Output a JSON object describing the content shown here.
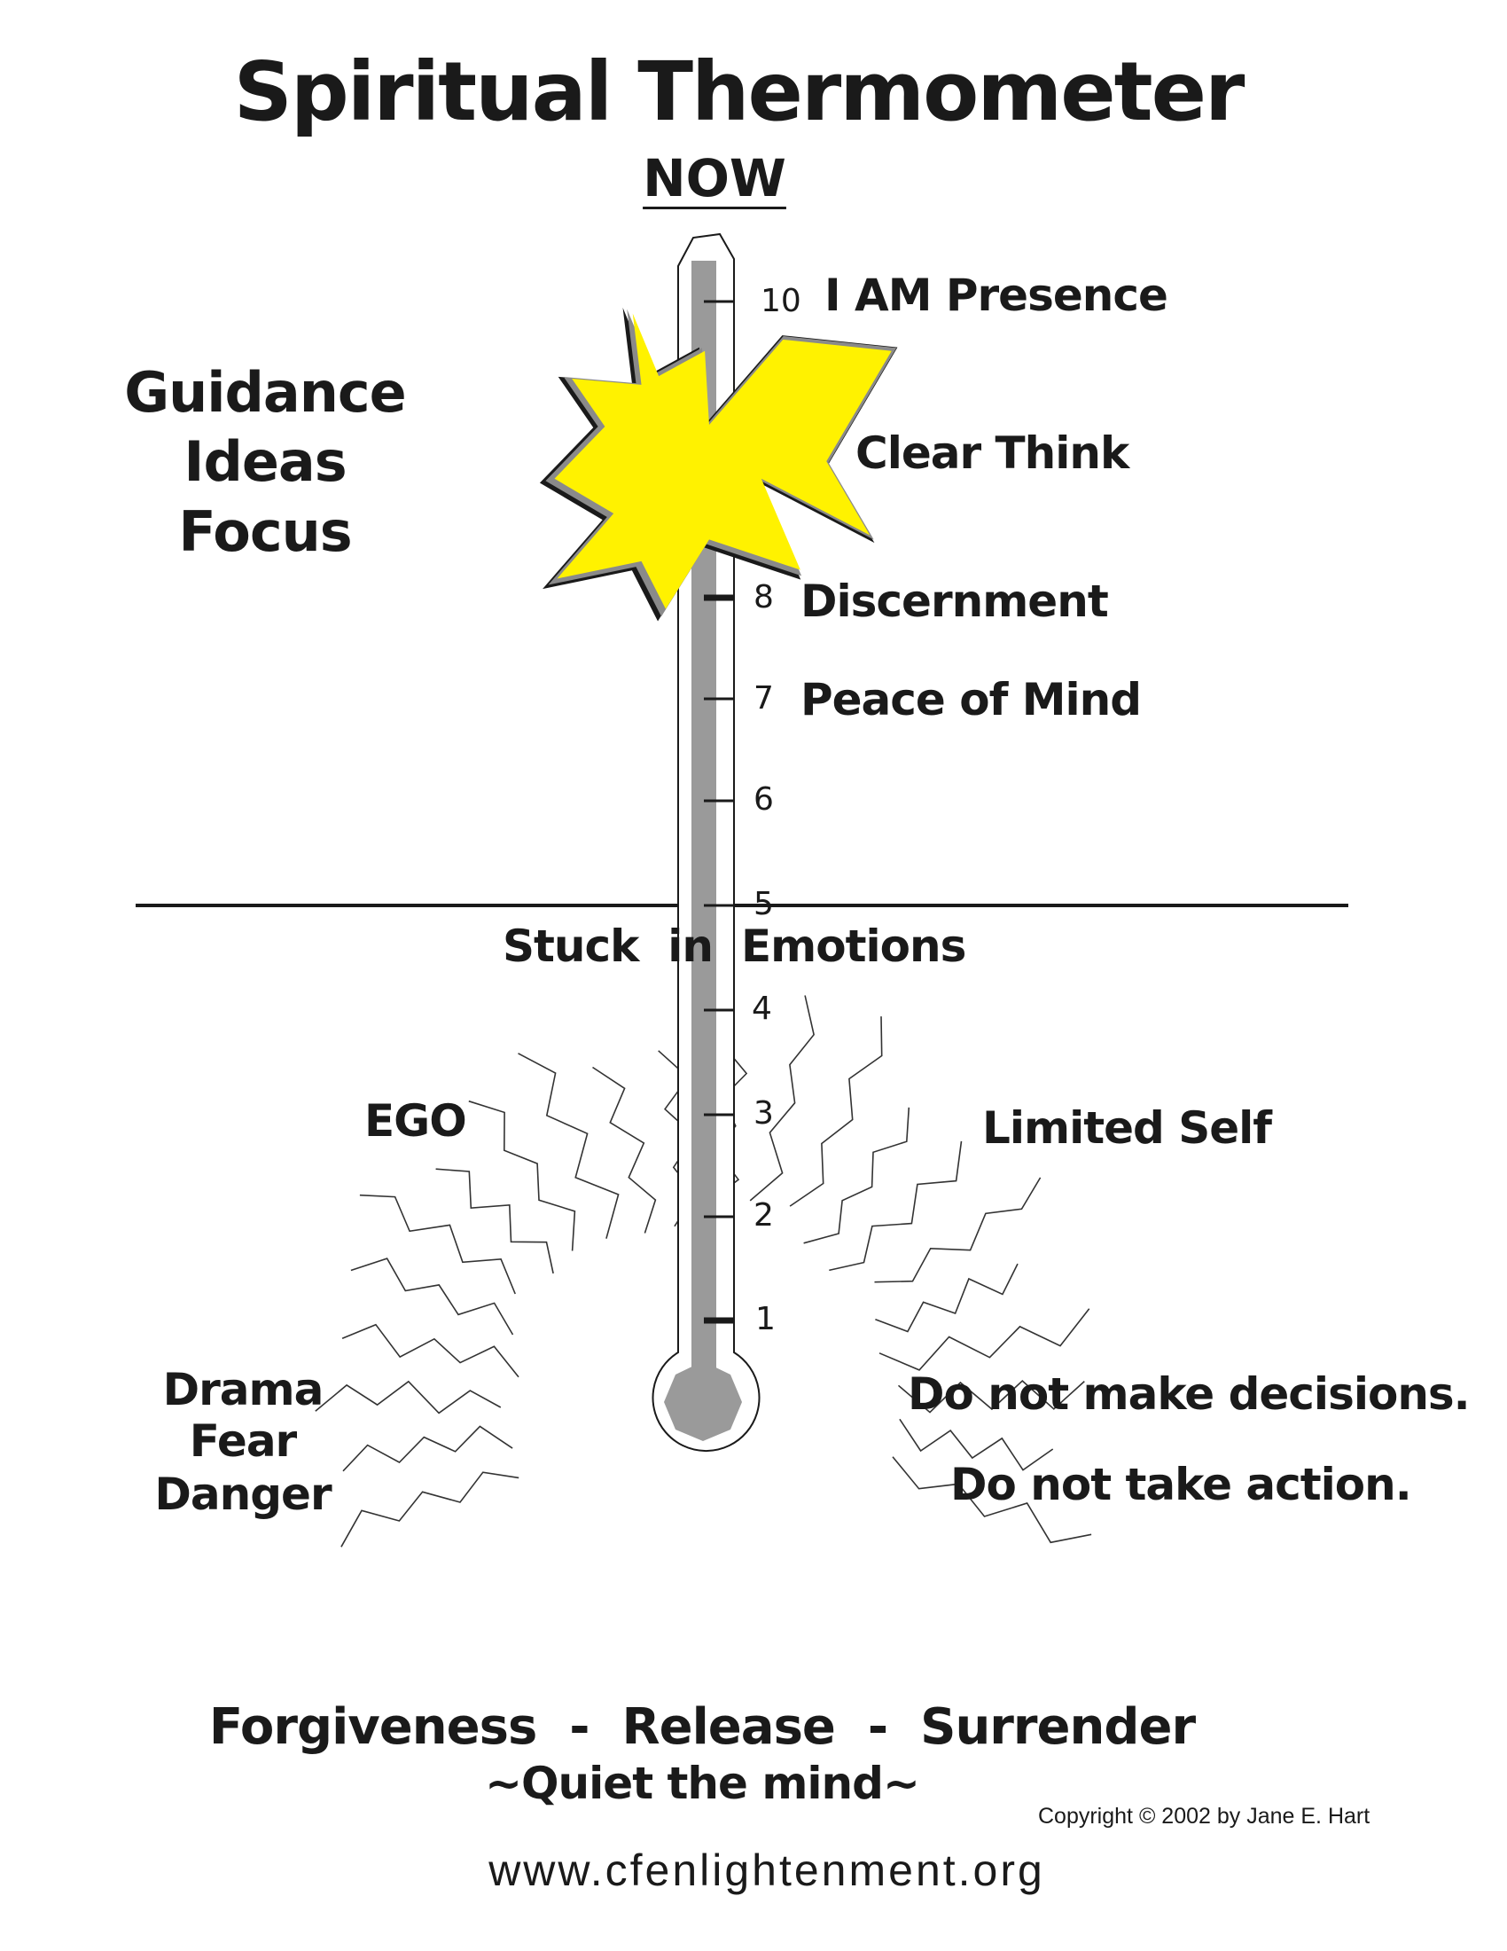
{
  "title": "Spiritual Thermometer",
  "subtitle": "NOW",
  "scale": [
    {
      "number": "10",
      "label": "I AM Presence"
    },
    {
      "number": "",
      "label": "Clear Think"
    },
    {
      "number": "8",
      "label": "Discernment"
    },
    {
      "number": "7",
      "label": "Peace of Mind"
    },
    {
      "number": "6",
      "label": ""
    },
    {
      "number": "5",
      "label": ""
    },
    {
      "number": "4",
      "label": ""
    },
    {
      "number": "3",
      "label": ""
    },
    {
      "number": "2",
      "label": ""
    },
    {
      "number": "1",
      "label": ""
    }
  ],
  "upper_side": [
    "Guidance",
    "Ideas",
    "Focus"
  ],
  "divider_left": "Stuck  in",
  "divider_right": "Emotions",
  "ego": "EGO",
  "limited_self": "Limited Self",
  "lower_side": [
    "Drama",
    "Fear",
    "Danger"
  ],
  "advice": [
    "Do not make decisions.",
    "Do not take action."
  ],
  "remedy": "Forgiveness  -  Release  -  Surrender",
  "quiet": "~Quiet the mind~",
  "copyright": "Copyright © 2002 by Jane E. Hart",
  "website": "www.cfenlightenment.org",
  "colors": {
    "star": "#fff200",
    "mercury": "#9a9a9a",
    "ink": "#1a1a1a"
  }
}
